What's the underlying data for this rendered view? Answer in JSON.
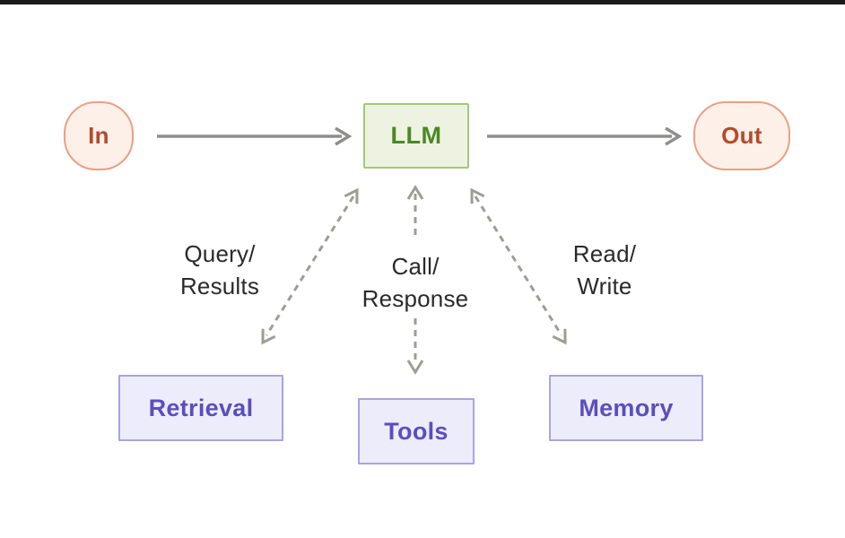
{
  "diagram": {
    "nodes": {
      "input": {
        "label": "In"
      },
      "llm": {
        "label": "LLM"
      },
      "output": {
        "label": "Out"
      },
      "retrieval": {
        "label": "Retrieval"
      },
      "tools": {
        "label": "Tools"
      },
      "memory": {
        "label": "Memory"
      }
    },
    "edge_labels": {
      "retrieval": {
        "line1": "Query/",
        "line2": "Results"
      },
      "tools": {
        "line1": "Call/",
        "line2": "Response"
      },
      "memory": {
        "line1": "Read/",
        "line2": "Write"
      }
    },
    "colors": {
      "background": "#ffffff",
      "top_bar": "#1a1a1a",
      "io_fill": "#fdf0e9",
      "io_border": "#e9a085",
      "io_text": "#b54a2d",
      "llm_fill": "#edf3e0",
      "llm_border": "#a3c979",
      "llm_text": "#4b8826",
      "module_fill": "#edecfa",
      "module_border": "#aaa3de",
      "module_text": "#5a4ec0",
      "solid_arrow": "#8e8e8c",
      "dashed_arrow": "#9d9d97",
      "label_text": "#2a2a2a"
    }
  }
}
